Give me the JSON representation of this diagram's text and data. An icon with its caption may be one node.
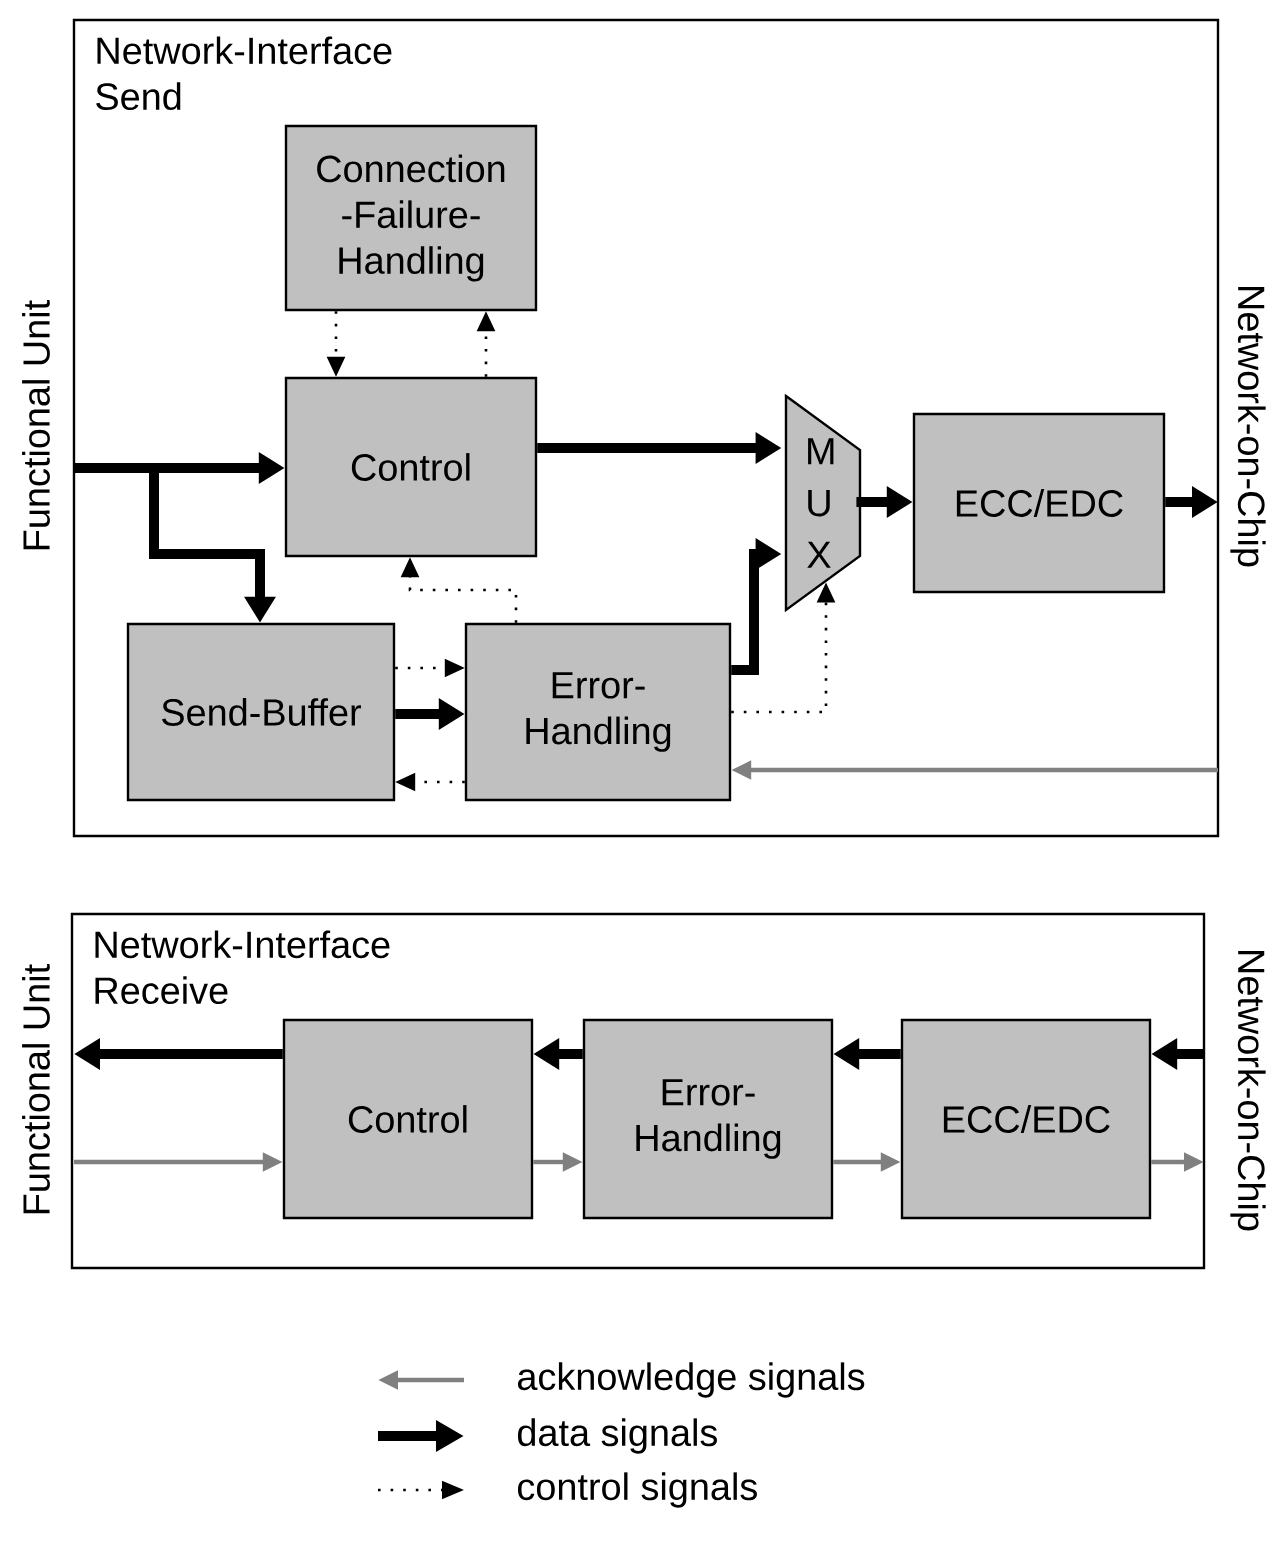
{
  "diagram": {
    "nodes": [
      {
        "text": [
          "Network-Interface Send"
        ]
      },
      {
        "text": [
          "Connection -Failure- Handling"
        ],
        "in": 0
      },
      {
        "text": [
          "Control"
        ],
        "in": 0
      },
      {
        "text": [
          "Send-Buffer"
        ],
        "in": 0
      },
      {
        "text": [
          "Error- Handling"
        ],
        "in": 0
      },
      {
        "text": [
          "M U X"
        ],
        "in": 0
      },
      {
        "text": [
          "ECC/EDC"
        ],
        "in": 0
      },
      {
        "text": [
          "Network-Interface Receive"
        ]
      },
      {
        "text": [
          "Control"
        ],
        "in": 7
      },
      {
        "text": [
          "Error- Handling"
        ],
        "in": 7
      },
      {
        "text": [
          "ECC/EDC"
        ],
        "in": 7
      }
    ],
    "edges": [
      {
        "from": null,
        "to": 2,
        "arrow": "to",
        "style": "thick"
      },
      {
        "from": null,
        "to": 3,
        "arrow": "to",
        "style": "thick"
      },
      {
        "from": 1,
        "to": 2,
        "arrow": "to",
        "style": "dashed"
      },
      {
        "from": 2,
        "to": 1,
        "arrow": "to",
        "style": "dashed"
      },
      {
        "from": 4,
        "to": 2,
        "arrow": "to",
        "style": "dashed"
      },
      {
        "from": 3,
        "to": 4,
        "arrow": "to",
        "style": "dashed"
      },
      {
        "from": 3,
        "to": 4,
        "arrow": "to",
        "style": "thick"
      },
      {
        "from": 4,
        "to": 3,
        "arrow": "to",
        "style": "dashed"
      },
      {
        "from": 2,
        "to": 5,
        "arrow": "to",
        "style": "thick"
      },
      {
        "from": 4,
        "to": 5,
        "arrow": "to",
        "style": "thick"
      },
      {
        "from": 4,
        "to": 5,
        "arrow": "to",
        "style": "dashed"
      },
      {
        "from": 5,
        "to": 6,
        "arrow": "to",
        "style": "thick"
      },
      {
        "from": 6,
        "to": null,
        "arrow": "to",
        "style": "thick"
      },
      {
        "from": null,
        "to": 4,
        "arrow": "to",
        "color": "#808080"
      },
      {
        "from": null,
        "to": 10,
        "arrow": "to",
        "style": "thick"
      },
      {
        "from": 10,
        "to": 9,
        "arrow": "to",
        "style": "thick"
      },
      {
        "from": 9,
        "to": 8,
        "arrow": "to",
        "style": "thick"
      },
      {
        "from": 8,
        "to": null,
        "arrow": "to",
        "style": "thick"
      },
      {
        "from": null,
        "to": 8,
        "arrow": "to",
        "color": "#808080"
      },
      {
        "from": 8,
        "to": 9,
        "arrow": "to",
        "color": "#808080"
      },
      {
        "from": 9,
        "to": 10,
        "arrow": "to",
        "color": "#808080"
      },
      {
        "from": 10,
        "to": null,
        "arrow": "to",
        "color": "#808080"
      }
    ],
    "labels": [
      "Functional Unit",
      "Network-on-Chip",
      "Functional Unit",
      "Network-on-Chip"
    ],
    "legend": [
      {
        "text": "acknowledge signals"
      },
      {
        "text": "data signals"
      },
      {
        "text": "control signals"
      }
    ]
  }
}
